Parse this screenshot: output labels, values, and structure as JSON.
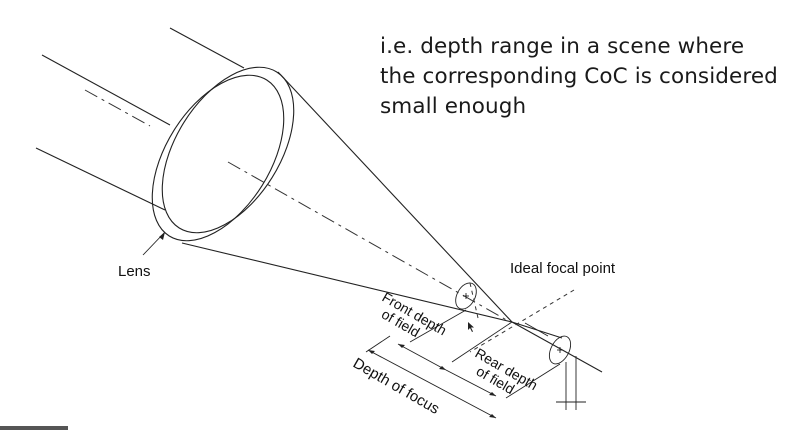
{
  "caption": {
    "line1": "i.e. depth range in a scene where",
    "line2": "the corresponding CoC is considered",
    "line3": "small enough"
  },
  "labels": {
    "lens": "Lens",
    "ideal_focal_point": "Ideal focal point",
    "front_depth_line1": "Front depth",
    "front_depth_line2": "of field",
    "rear_depth_line1": "Rear depth",
    "rear_depth_line2": "of field",
    "depth_of_focus": "Depth of focus"
  }
}
